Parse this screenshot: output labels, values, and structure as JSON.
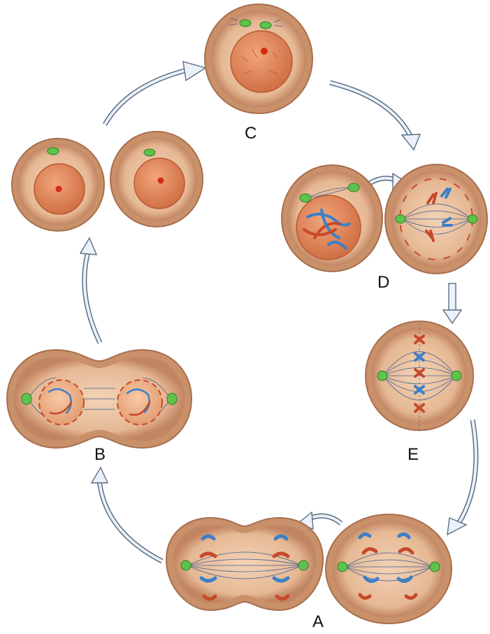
{
  "labels": {
    "a": "A",
    "b": "B",
    "c": "C",
    "d": "D",
    "e": "E"
  },
  "colors": {
    "cell_outer": "#c9916a",
    "cell_inner": "#e9bf9d",
    "cell_edge": "#a86e4e",
    "nucleus": "#e0865c",
    "nucleolus": "#d42a12",
    "centrosome": "#5fc24a",
    "spindle": "#3c5f93",
    "chromosome_red": "#c64a2a",
    "chromosome_blue": "#3d7fc7",
    "arrow_fill": "#eaf1f8",
    "arrow_stroke": "#5a6d86"
  }
}
